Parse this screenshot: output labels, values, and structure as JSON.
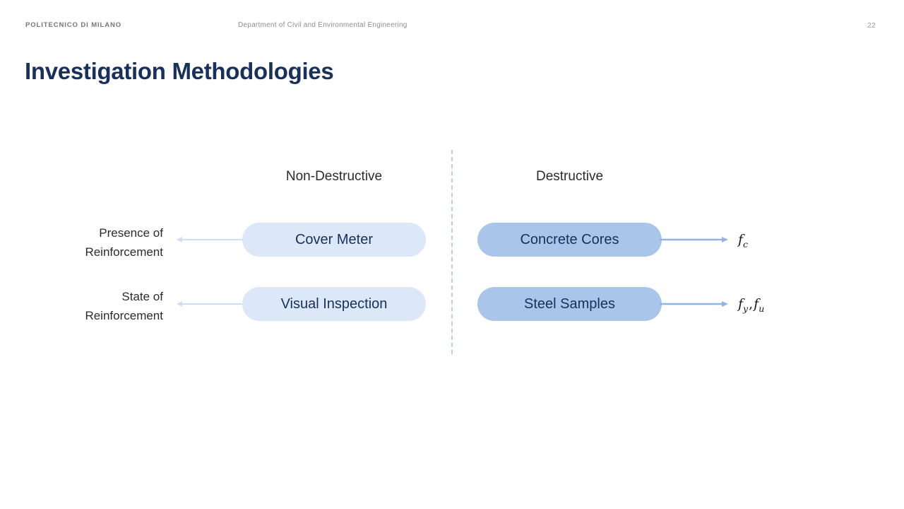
{
  "header": {
    "brand": "POLITECNICO DI MILANO",
    "department": "Department of Civil and Environmental Engineering",
    "page_number": "22"
  },
  "title": "Investigation Methodologies",
  "colors": {
    "title": "#18315c",
    "pill_non_destructive": "#dce7f8",
    "pill_destructive": "#a9c6ea",
    "pill_text": "#17305b",
    "arrow_left": "#cfdff3",
    "arrow_right": "#8fb4e3",
    "divider": "#b9cde6",
    "header_text": "#8e8e92"
  },
  "diagram": {
    "columns": [
      {
        "key": "non_destructive",
        "label": "Non-Destructive"
      },
      {
        "key": "destructive",
        "label": "Destructive"
      }
    ],
    "rows": [
      {
        "label_line1": "Presence of",
        "label_line2": "Reinforcement",
        "non_destructive_method": "Cover Meter",
        "destructive_method": "Concrete Cores",
        "output_symbol": "f",
        "output_subscript": "c",
        "output_text": "fc"
      },
      {
        "label_line1": "State of",
        "label_line2": "Reinforcement",
        "non_destructive_method": "Visual Inspection",
        "destructive_method": "Steel Samples",
        "output_symbol": "f",
        "output_subscript": "y",
        "output_symbol2": "f",
        "output_subscript2": "u",
        "output_separator": ",",
        "output_text": "fy , fu"
      }
    ]
  }
}
